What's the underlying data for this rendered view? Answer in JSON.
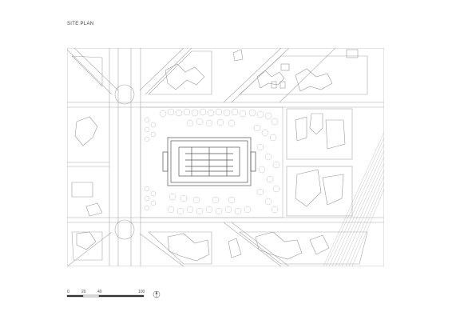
{
  "title": "SITE PLAN",
  "scale_bar": {
    "ticks": [
      "0",
      "20",
      "40",
      "100"
    ]
  },
  "colors": {
    "line": "#9a9a9a",
    "line_dark": "#555555",
    "background": "#ffffff"
  },
  "icons": [
    "north-arrow-icon"
  ]
}
